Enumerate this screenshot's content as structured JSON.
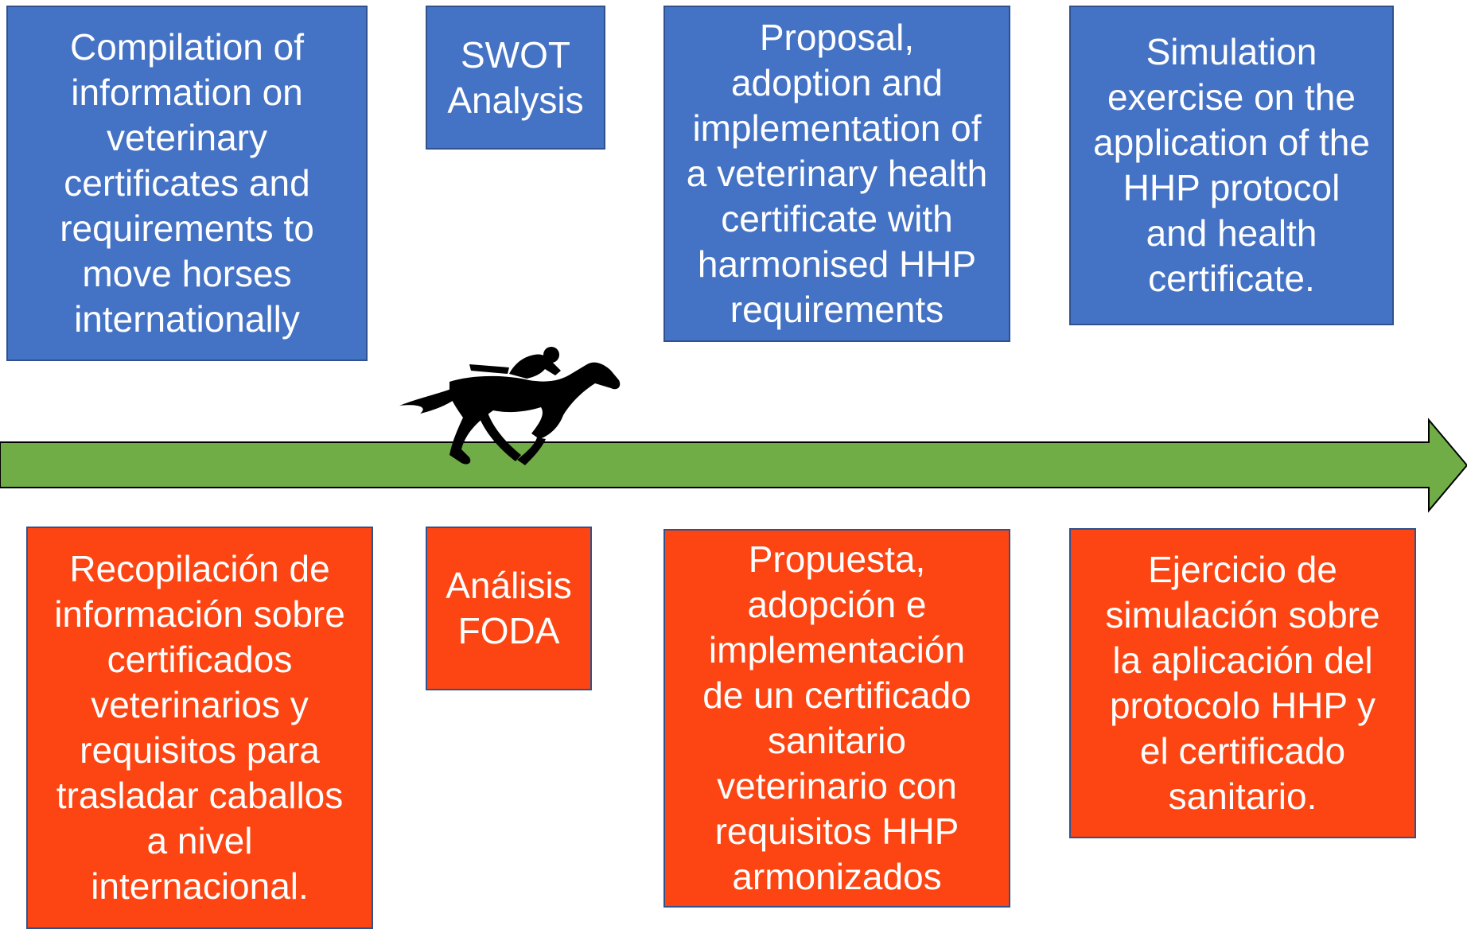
{
  "colors": {
    "english_box": "#4472c4",
    "spanish_box": "#fc4513",
    "box_border": "#2f528f",
    "timeline_arrow": "#70ad47",
    "horse_icon": "#000000"
  },
  "icons": {
    "horse": "racehorse-with-jockey-silhouette"
  },
  "steps_english": [
    {
      "text": "Compilation of\ninformation on\nveterinary\ncertificates and\nrequirements to\nmove horses\ninternationally"
    },
    {
      "text": "SWOT\nAnalysis"
    },
    {
      "text": "Proposal,\nadoption and\nimplementation of\na veterinary health\ncertificate with\nharmonised HHP\nrequirements"
    },
    {
      "text": "Simulation\nexercise on the\napplication of the\nHHP protocol\nand health\ncertificate."
    }
  ],
  "steps_spanish": [
    {
      "text": "Recopilación de\ninformación sobre\ncertificados\nveterinarios y\nrequisitos para\ntrasladar caballos\na nivel\ninternacional."
    },
    {
      "text": "Análisis\nFODA"
    },
    {
      "text": "Propuesta,\nadopción e\nimplementación\nde un certificado\nsanitario\nveterinario con\nrequisitos HHP\narmonizados"
    },
    {
      "text": "Ejercicio de\nsimulación sobre\nla aplicación del\nprotocolo HHP y\nel certificado\nsanitario."
    }
  ]
}
